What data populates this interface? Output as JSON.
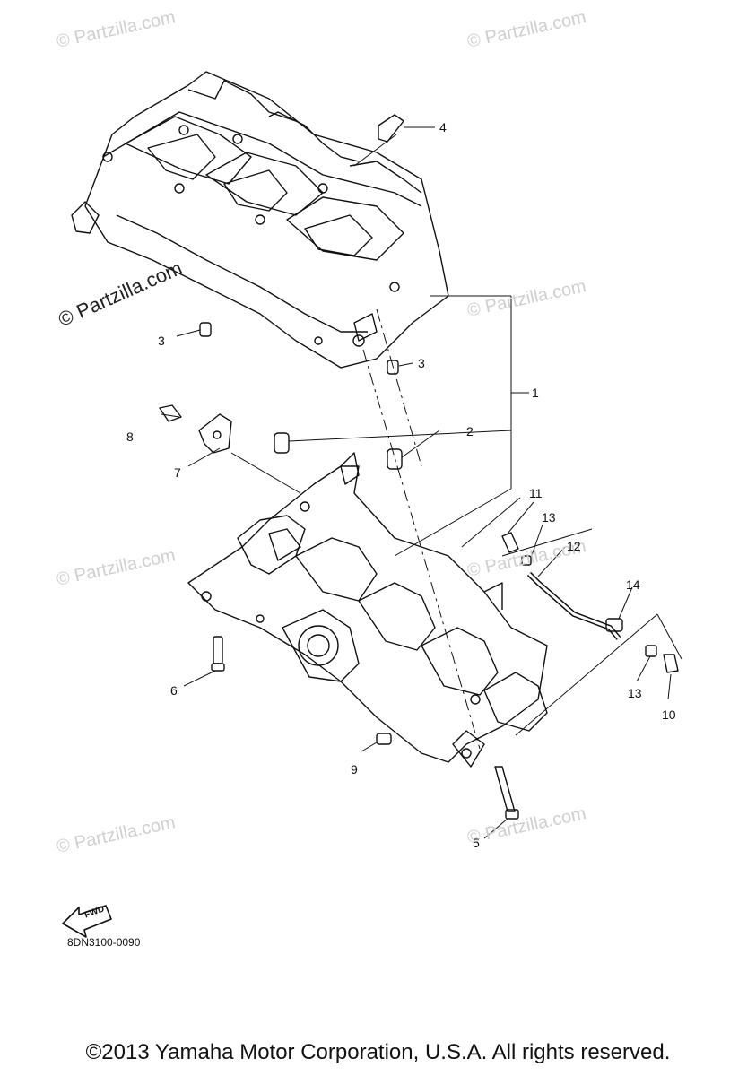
{
  "watermarks": [
    "© Partzilla.com",
    "© Partzilla.com",
    "© Partzilla.com",
    "© Partzilla.com",
    "© Partzilla.com",
    "© Partzilla.com",
    "© Partzilla.com"
  ],
  "watermark_large": "© Partzilla.com",
  "callouts": [
    "1",
    "2",
    "3",
    "3",
    "4",
    "5",
    "6",
    "7",
    "8",
    "9",
    "10",
    "11",
    "12",
    "13",
    "13",
    "14"
  ],
  "fwd_label": "FWD",
  "diagram_code": "8DN3100-0090",
  "copyright": "©2013 Yamaha Motor Corporation, U.S.A. All rights reserved."
}
